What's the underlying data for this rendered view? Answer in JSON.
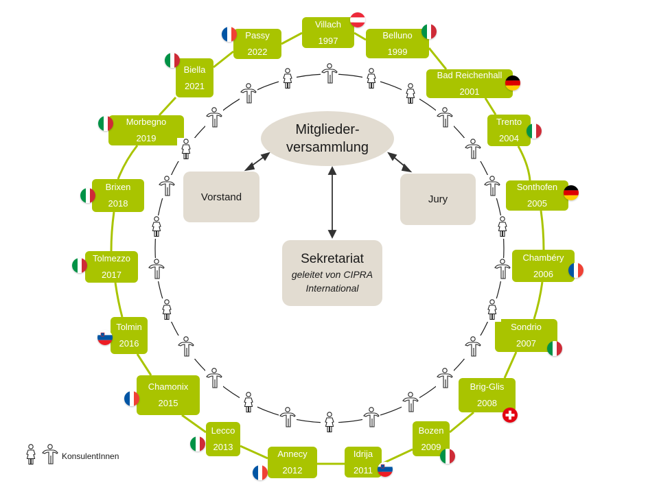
{
  "colors": {
    "city_box": "#a9c400",
    "city_text": "#ffffff",
    "org_box": "#e2dcd1",
    "org_text": "#1a1a1a",
    "outer_ring": "#a9c400",
    "inner_ring": "#1a1a1a"
  },
  "center": {
    "assembly": {
      "line1": "Mitglieder-",
      "line2": "versammlung"
    },
    "board": {
      "label": "Vorstand"
    },
    "jury": {
      "label": "Jury"
    },
    "secretariat": {
      "title": "Sekretariat",
      "subtitle1": "geleitet von CIPRA",
      "subtitle2": "International"
    }
  },
  "legend": {
    "label": "KonsulentInnen",
    "icons": [
      "woman-icon",
      "man-icon"
    ]
  },
  "cities": [
    {
      "name": "Villach",
      "year": "1997",
      "country": "AT"
    },
    {
      "name": "Belluno",
      "year": "1999",
      "country": "IT"
    },
    {
      "name": "Bad Reichenhall",
      "year": "2001",
      "country": "DE"
    },
    {
      "name": "Trento",
      "year": "2004",
      "country": "IT"
    },
    {
      "name": "Sonthofen",
      "year": "2005",
      "country": "DE"
    },
    {
      "name": "Chambéry",
      "year": "2006",
      "country": "FR"
    },
    {
      "name": "Sondrio",
      "year": "2007",
      "country": "IT"
    },
    {
      "name": "Brig-Glis",
      "year": "2008",
      "country": "CH"
    },
    {
      "name": "Bozen",
      "year": "2009",
      "country": "IT"
    },
    {
      "name": "Idrija",
      "year": "2011",
      "country": "SI"
    },
    {
      "name": "Annecy",
      "year": "2012",
      "country": "FR"
    },
    {
      "name": "Lecco",
      "year": "2013",
      "country": "IT"
    },
    {
      "name": "Chamonix",
      "year": "2015",
      "country": "FR"
    },
    {
      "name": "Tolmin",
      "year": "2016",
      "country": "SI"
    },
    {
      "name": "Tolmezzo",
      "year": "2017",
      "country": "IT"
    },
    {
      "name": "Brixen",
      "year": "2018",
      "country": "IT"
    },
    {
      "name": "Morbegno",
      "year": "2019",
      "country": "IT"
    },
    {
      "name": "Biella",
      "year": "2021",
      "country": "IT"
    },
    {
      "name": "Passy",
      "year": "2022",
      "country": "FR"
    }
  ],
  "consultants": [
    "man",
    "woman",
    "woman",
    "man",
    "man",
    "man",
    "woman",
    "man",
    "woman",
    "man",
    "man",
    "man",
    "man",
    "woman",
    "man",
    "woman",
    "man",
    "man",
    "woman",
    "man",
    "woman",
    "man",
    "woman",
    "man",
    "man",
    "woman"
  ]
}
